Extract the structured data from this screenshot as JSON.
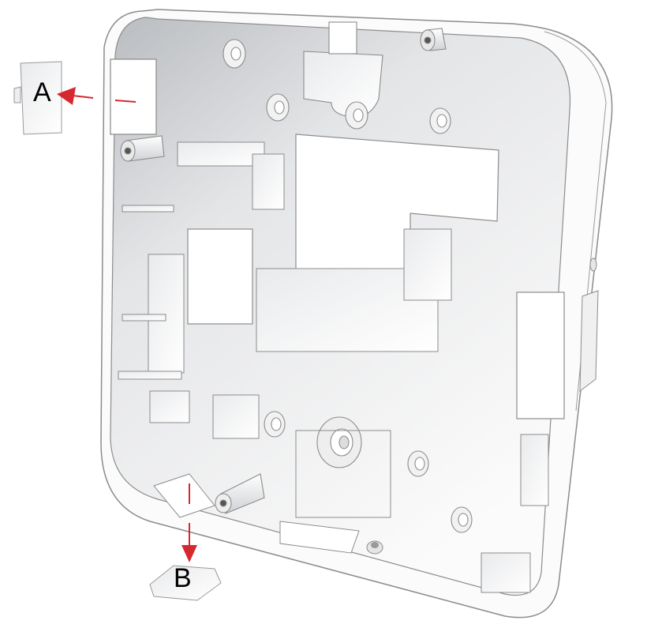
{
  "diagram": {
    "subject": "Wall-mount enclosure back plate (interior view)",
    "callouts": [
      {
        "id": "A",
        "label": "A",
        "part": "side knock-out tab",
        "arrow_direction": "left",
        "arrow_color": "#d7282f"
      },
      {
        "id": "B",
        "label": "B",
        "part": "bottom knock-out tab",
        "arrow_direction": "down",
        "arrow_color": "#d7282f"
      }
    ],
    "colors": {
      "background": "#ffffff",
      "housing_fill": "#f7f7f8",
      "housing_stroke": "#8a8a8a",
      "interior_shade": "#c9cbce",
      "arrow": "#d7282f",
      "label_text": "#000000"
    }
  }
}
